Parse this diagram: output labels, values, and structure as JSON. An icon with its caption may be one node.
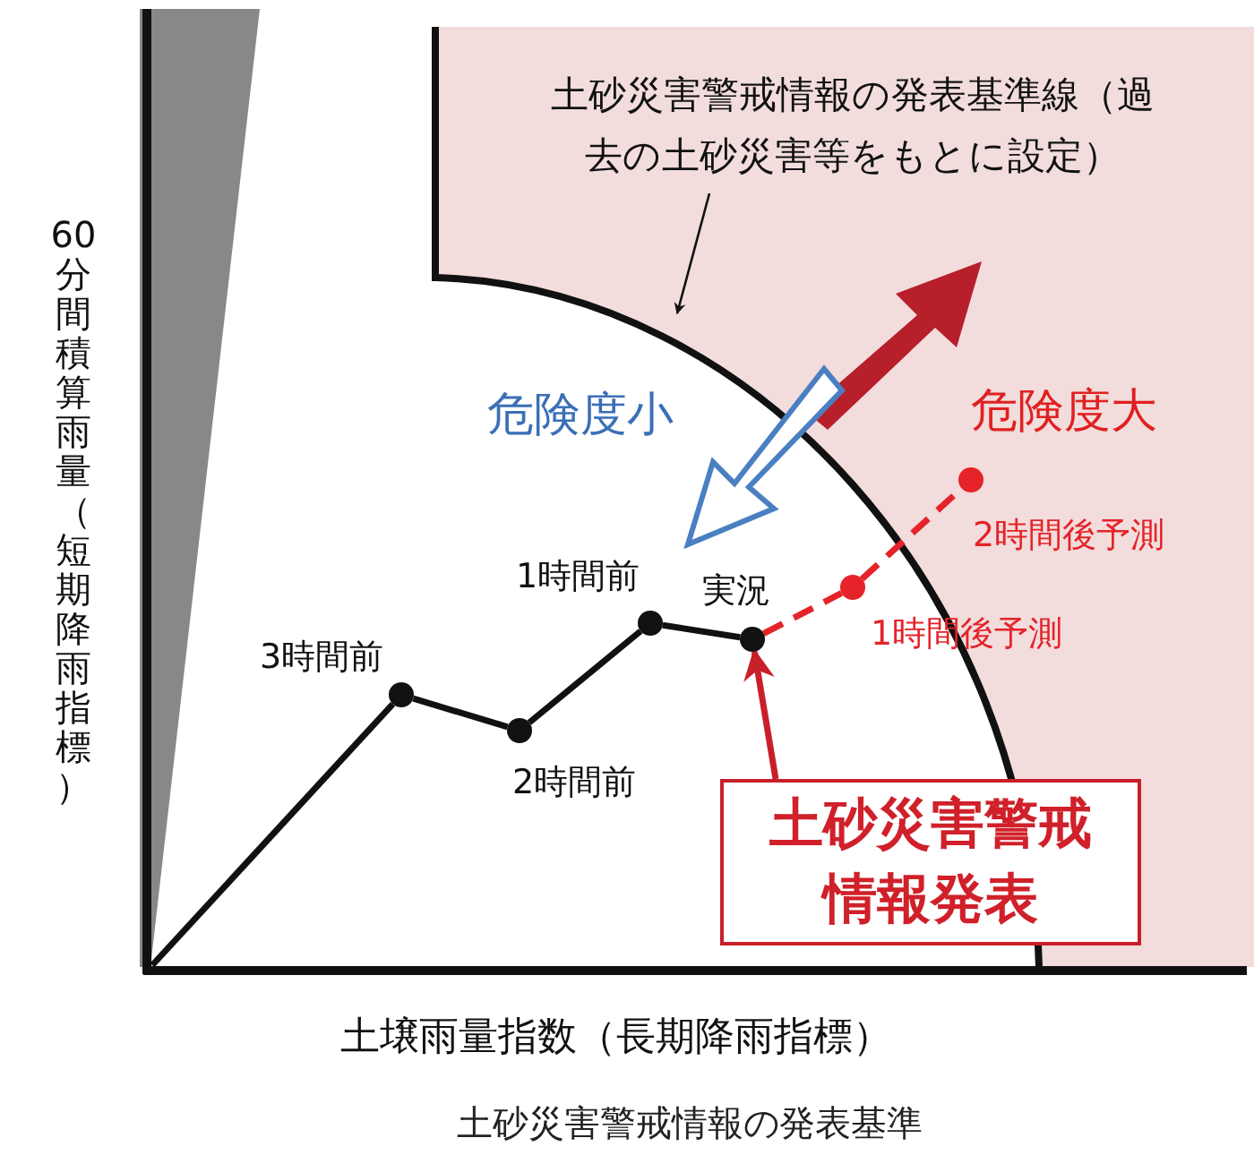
{
  "diagram": {
    "caption": "土砂災害警戒情報の発表基準",
    "nodes": [
      {
        "text": [],
        "shape": "circle",
        "beside": [
          "3時間前"
        ]
      },
      {
        "text": [],
        "shape": "circle",
        "beside": [
          "2時間前"
        ]
      },
      {
        "text": [],
        "shape": "circle",
        "beside": [
          "1時間前"
        ]
      },
      {
        "text": [],
        "shape": "circle",
        "beside": [
          "実況"
        ]
      },
      {
        "text": [],
        "shape": "circle",
        "beside": [
          "1時間後予測"
        ]
      },
      {
        "text": [],
        "shape": "circle",
        "beside": [
          "2時間後予測"
        ]
      },
      {
        "text": [
          "土砂災害警戒情報発表"
        ]
      },
      {
        "text": [
          "土砂災害警戒情報の発表基準線（過去の土砂災害等をもとに設定）"
        ]
      }
    ],
    "edges": [
      {
        "from": null,
        "to": 0,
        "arrow": "none"
      },
      {
        "from": 0,
        "to": 1,
        "arrow": "none"
      },
      {
        "from": 1,
        "to": 2,
        "arrow": "none"
      },
      {
        "from": 2,
        "to": 3,
        "arrow": "none"
      },
      {
        "from": 3,
        "to": 4,
        "arrow": "none",
        "style": "dashed",
        "color": "#e52329"
      },
      {
        "from": 4,
        "to": 5,
        "arrow": "none",
        "style": "dashed",
        "color": "#e52329"
      },
      {
        "from": 6,
        "to": 3,
        "arrow": "to",
        "color": "#c8202a"
      },
      {
        "from": 7,
        "to": null,
        "arrow": "to"
      }
    ],
    "labels": [
      "60分間積算雨量（短期降雨指標）",
      "危険度小",
      "危険度大",
      "土壌雨量指数（長期降雨指標）"
    ]
  }
}
